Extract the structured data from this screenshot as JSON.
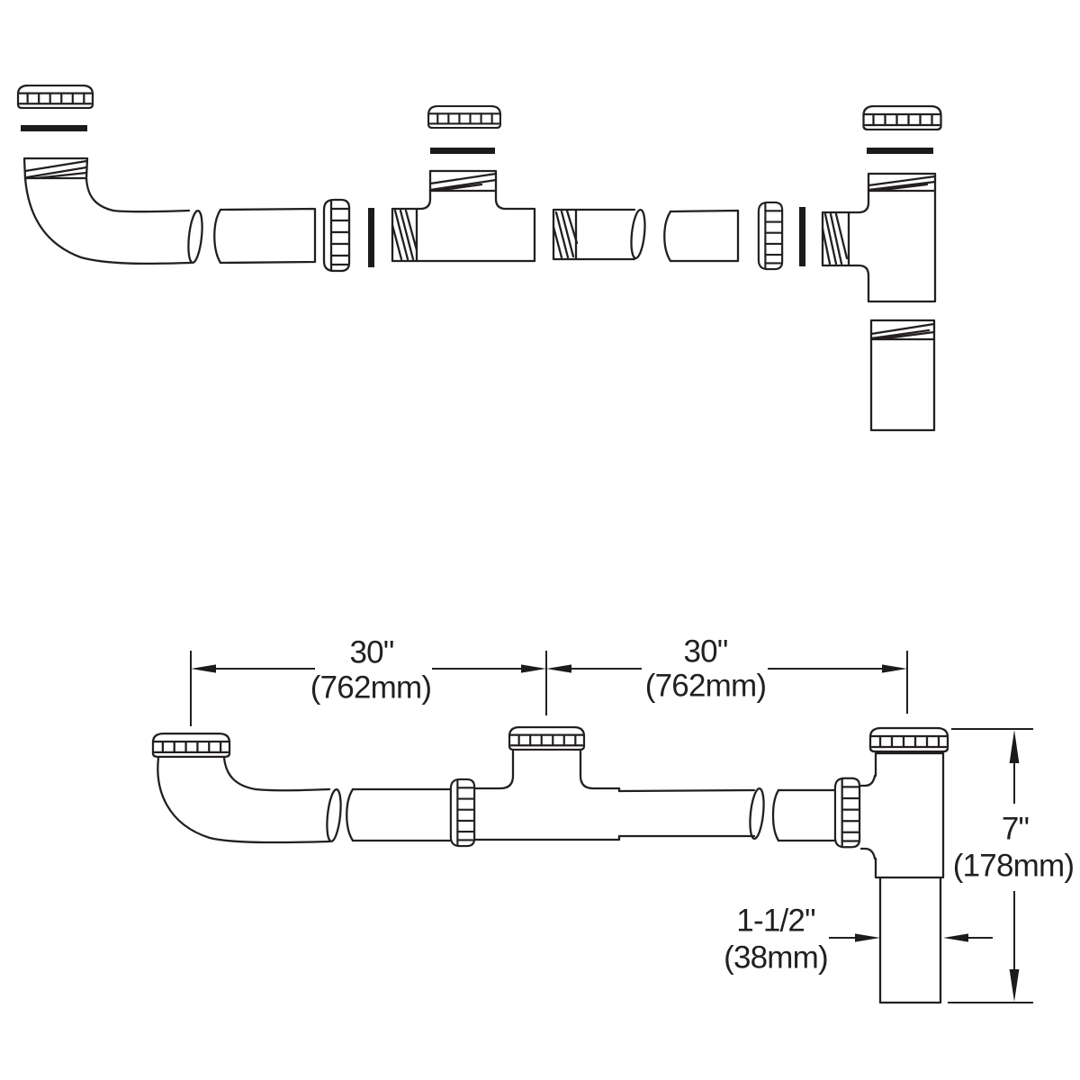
{
  "diagram": {
    "background": "#ffffff",
    "line_color": "#231f20",
    "views": {
      "exploded_parts": [
        "slip-nut",
        "slip-joint-washer",
        "waste-elbow",
        "pipe-section",
        "slip-nut",
        "slip-joint-washer",
        "center-tee",
        "threaded-extension-pipe",
        "pipe-section",
        "slip-nut",
        "slip-joint-washer",
        "end-outlet-tee",
        "tailpiece"
      ],
      "assembled_parts": [
        "waste-elbow-with-slip-nut",
        "pipe-section",
        "slip-nut",
        "center-tee-with-slip-nut",
        "pipe-section",
        "slip-nut",
        "end-outlet-tee-with-slip-nut",
        "tailpiece"
      ]
    },
    "dimensions": {
      "left_span": {
        "value": "30\"",
        "metric": "(762mm)"
      },
      "right_span": {
        "value": "30\"",
        "metric": "(762mm)"
      },
      "height": {
        "value": "7\"",
        "metric": "(178mm)"
      },
      "outlet_width": {
        "value": "1-1/2\"",
        "metric": "(38mm)"
      }
    }
  }
}
